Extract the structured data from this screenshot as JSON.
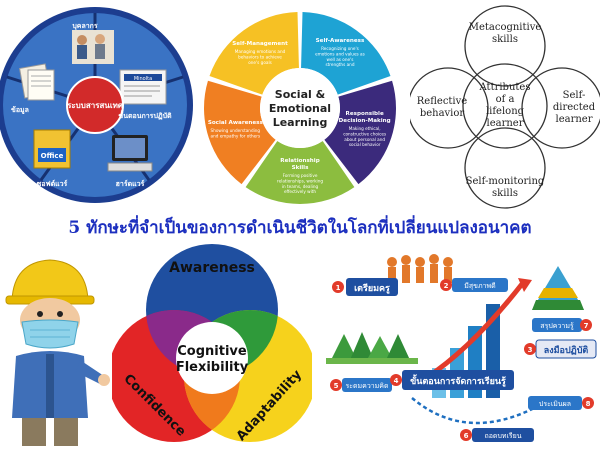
{
  "banner": "5 ทักษะที่จำเป็นของการดำเนินชีวิตในโลกที่เปลี่ยนแปลงอนาคต",
  "info_wheel": {
    "center": "ระบบสารสนเทศ",
    "segments": [
      "บุคลากร",
      "ขั้นตอนการปฏิบัติ",
      "ฮาร์ดแวร์",
      "ซอฟต์แวร์",
      "ข้อมูล"
    ],
    "office_label": "Office",
    "card_label": "Minolta"
  },
  "sel_wheel": {
    "center_line1": "Social &",
    "center_line2": "Emotional",
    "center_line3": "Learning",
    "segments": [
      {
        "title": "Self-Awareness",
        "desc": "Recognizing one's emotions and values as well as one's strengths and challenges",
        "color": "#1ea3d4"
      },
      {
        "title": "Responsible Decision-Making",
        "desc": "Making ethical, constructive choices about personal and social behavior",
        "color": "#3b2a7c"
      },
      {
        "title": "Relationship Skills",
        "desc": "Forming positive relationships, working in teams, dealing effectively with conflict",
        "color": "#8cbd3f"
      },
      {
        "title": "Social Awareness",
        "desc": "Showing understanding and empathy for others",
        "color": "#f07f22"
      },
      {
        "title": "Self-Management",
        "desc": "Managing emotions and behaviors to achieve one's goals",
        "color": "#f6c124"
      }
    ]
  },
  "lifelong": {
    "center_line1": "Attributes",
    "center_line2": "of a",
    "center_line3": "lifelong",
    "center_line4": "learner",
    "top_line1": "Metacognitive",
    "top_line2": "skills",
    "left_line1": "Reflective",
    "left_line2": "behavior",
    "right_line1": "Self-",
    "right_line2": "directed",
    "right_line3": "learner",
    "bottom_line1": "Self-monitoring",
    "bottom_line2": "skills"
  },
  "flex_venn": {
    "top": "Awareness",
    "left": "Confidence",
    "right": "Adaptability",
    "center_line1": "Cognitive",
    "center_line2": "Flexibility",
    "colors": {
      "top": "#1f4fa0",
      "left": "#e22526",
      "right": "#f6d21c",
      "center": "#ffffff"
    }
  },
  "learning_poster": {
    "step1": "เตรียมครู",
    "step2": "มีสุขภาพดี",
    "step3": "ลงมือปฏิบัติ",
    "step4": "ขั้นตอนการจัดการเรียนรู้",
    "step5": "ระดมความคิด",
    "step6": "ถอดบทเรียน",
    "step7": "สรุปความรู้",
    "step8": "ประเมินผล",
    "nums": [
      "1",
      "2",
      "3",
      "4",
      "5",
      "6",
      "7",
      "8"
    ]
  }
}
